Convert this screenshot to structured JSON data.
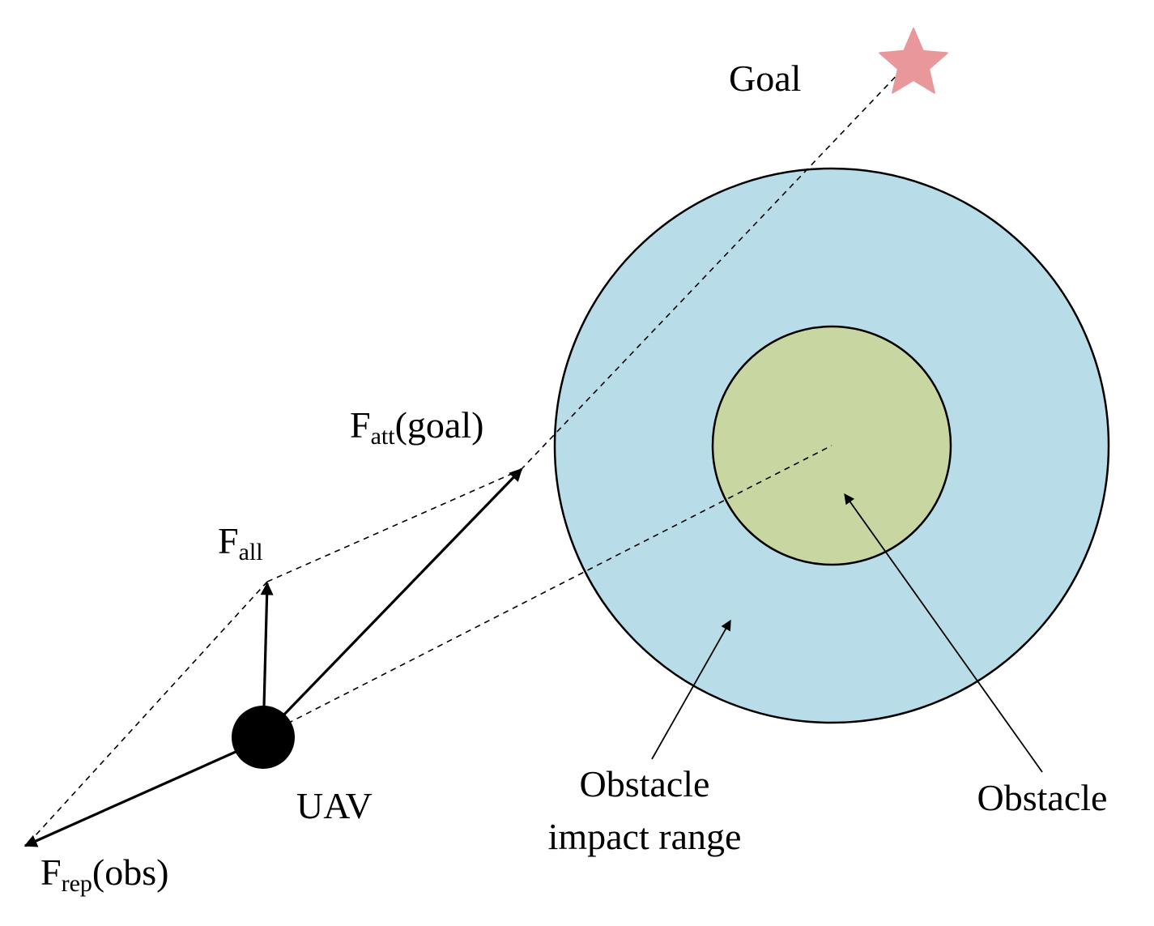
{
  "diagram": {
    "labels": {
      "goal": "Goal",
      "uav": "UAV",
      "f_att_main": "F",
      "f_att_sub": "att",
      "f_att_tail": "(goal)",
      "f_all_main": "F",
      "f_all_sub": "all",
      "f_rep_main": "F",
      "f_rep_sub": "rep",
      "f_rep_tail": "(obs)",
      "impact_range_line1": "Obstacle",
      "impact_range_line2": "impact range",
      "obstacle": "Obstacle"
    },
    "colors": {
      "impact_range_fill": "#b8dde8",
      "obstacle_fill": "#c8d7a2",
      "goal_star": "#e8989a",
      "uav": "#000000",
      "line": "#000000"
    },
    "icons": {
      "goal": "star-icon",
      "uav": "filled-circle"
    }
  }
}
